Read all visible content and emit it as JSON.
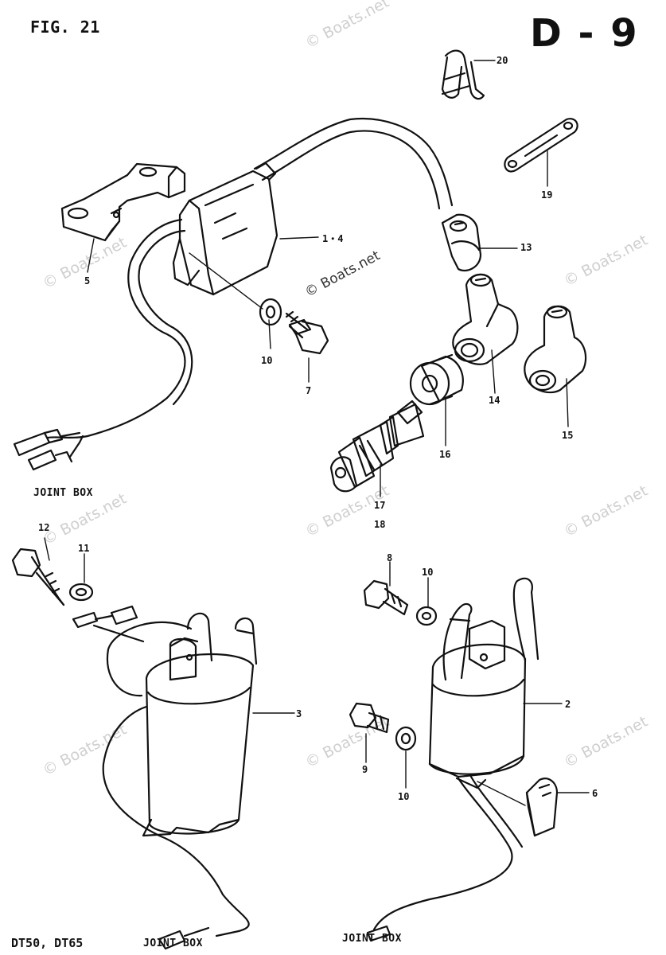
{
  "header": {
    "figure": "FIG. 21",
    "code": "D - 9"
  },
  "footer": {
    "models": "DT50, DT65"
  },
  "joint_box_label": "JOINT BOX",
  "watermark": "© Boats.net",
  "callouts": {
    "c1_4": "1・4",
    "c2": "2",
    "c3": "3",
    "c5": "5",
    "c6": "6",
    "c7": "7",
    "c8": "8",
    "c9": "9",
    "c10a": "10",
    "c10b": "10",
    "c10c": "10",
    "c11": "11",
    "c12": "12",
    "c13": "13",
    "c14": "14",
    "c15": "15",
    "c16": "16",
    "c17": "17",
    "c18": "18",
    "c19": "19",
    "c20": "20"
  }
}
